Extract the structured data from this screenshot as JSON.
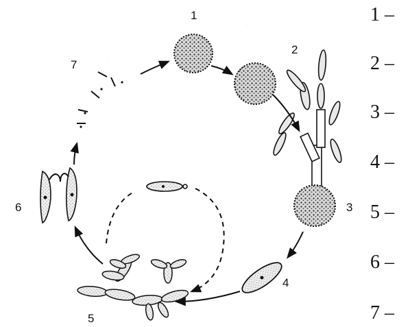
{
  "stage_labels": [
    "1",
    "2",
    "3",
    "4",
    "5",
    "6",
    "7"
  ],
  "legend": [
    "1 –",
    "2 –",
    "3 –",
    "4 –",
    "5 –",
    "6 –",
    "7 –"
  ]
}
